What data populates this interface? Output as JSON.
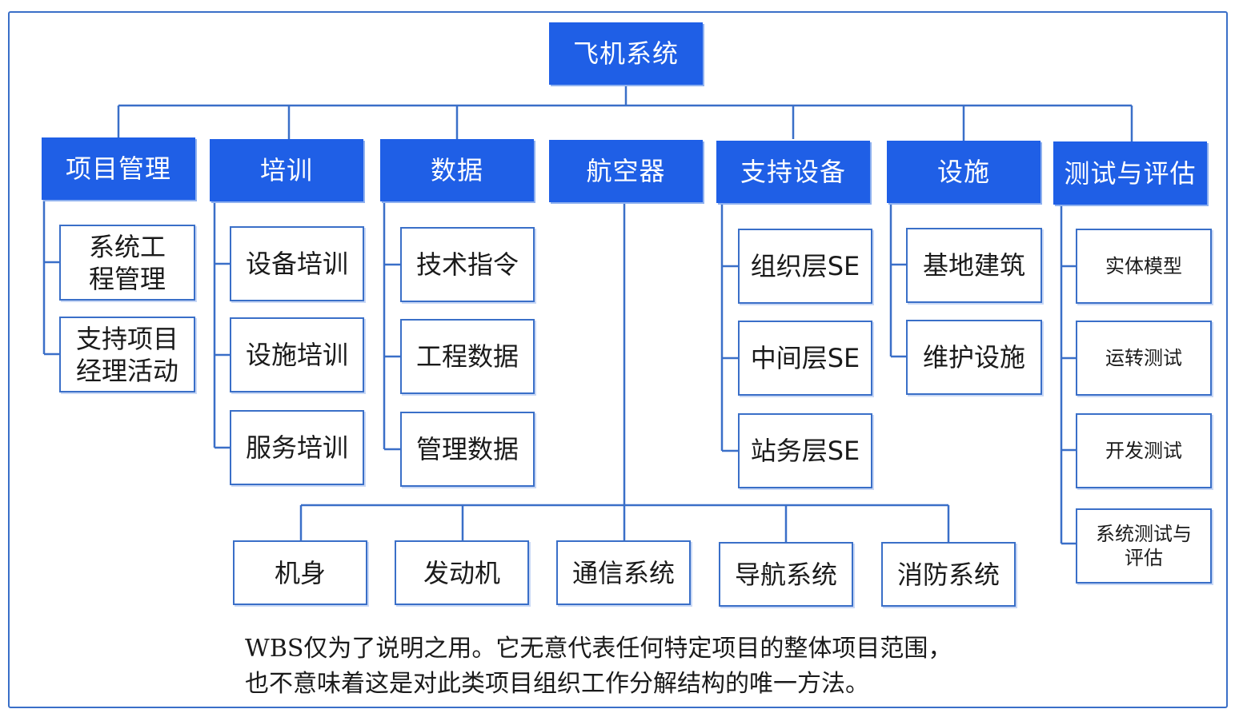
{
  "root": "飞机系统",
  "project_management": {
    "label": "项目管理",
    "children": [
      "系统工程管理",
      "支持项目经理活动"
    ]
  },
  "training": {
    "label": "培训",
    "children": [
      "设备培训",
      "设施培训",
      "服务培训"
    ]
  },
  "data": {
    "label": "数据",
    "children": [
      "技术指令",
      "工程数据",
      "管理数据"
    ]
  },
  "aircraft": {
    "label": "航空器",
    "children": [
      "机身",
      "发动机",
      "通信系统",
      "导航系统",
      "消防系统"
    ]
  },
  "support_equipment": {
    "label": "支持设备",
    "children": [
      "组织层SE",
      "中间层SE",
      "站务层SE"
    ]
  },
  "facilities": {
    "label": "设施",
    "children": [
      "基地建筑",
      "维护设施"
    ]
  },
  "test_evaluation": {
    "label": "测试与评估",
    "children": [
      "实体模型",
      "运转测试",
      "开发测试",
      "系统测试与评估"
    ]
  },
  "footnote": {
    "line1": "WBS仅为了说明之用。它无意代表任何特定项目的整体项目范围，",
    "line2": "也不意味着这是对此类项目组织工作分解结构的唯一方法。"
  },
  "colors": {
    "header_fill": "#1f5fe6",
    "line": "#3a6fc8",
    "box_border": "#3a6fc8"
  }
}
